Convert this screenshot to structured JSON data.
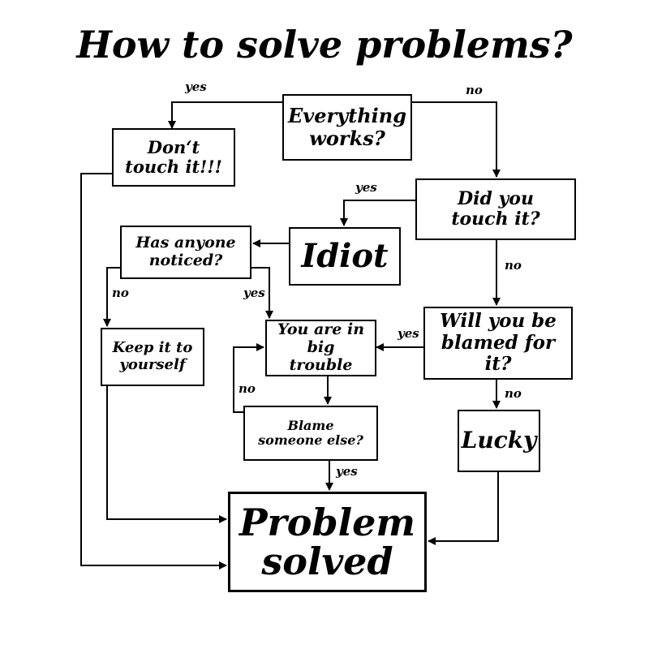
{
  "title": "How to solve problems?",
  "nodes": {
    "everything_works": "Everything works?",
    "dont_touch": "Don‘t touch it!!!",
    "did_you_touch": "Did you touch it?",
    "idiot": "Idiot",
    "has_anyone_noticed": "Has anyone noticed?",
    "keep_it": "Keep it to yourself",
    "big_trouble": "You are in big trouble",
    "will_you_be_blamed": "Will you be blamed for it?",
    "blame_someone": "Blame someone else?",
    "lucky": "Lucky",
    "problem_solved": "Problem solved"
  },
  "edge_labels": {
    "works_yes": "yes",
    "works_no": "no",
    "touch_yes": "yes",
    "touch_no": "no",
    "noticed_no": "no",
    "noticed_yes": "yes",
    "blamed_yes": "yes",
    "blamed_no": "no",
    "blame_no": "no",
    "blame_yes": "yes"
  }
}
